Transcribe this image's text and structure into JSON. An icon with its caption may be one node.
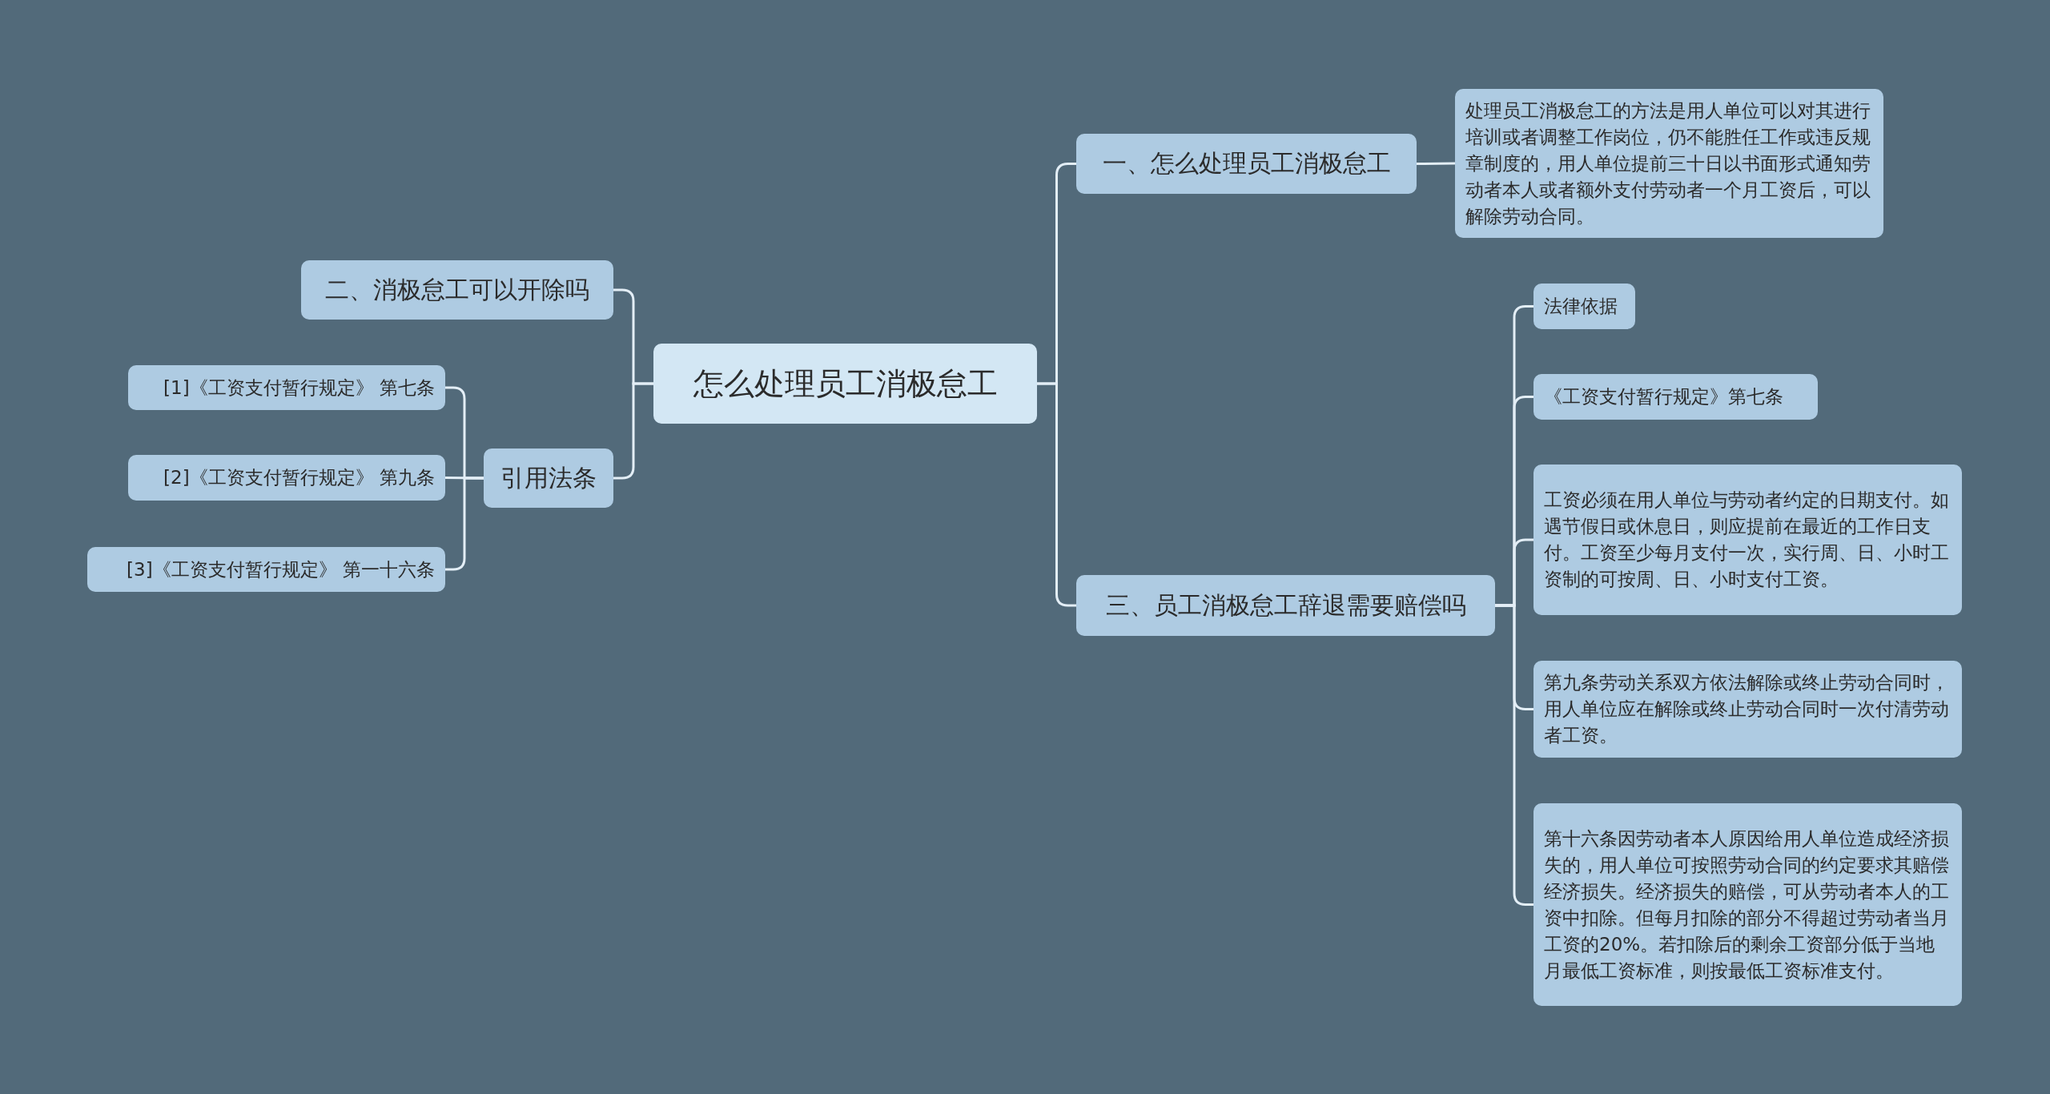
{
  "diagram": {
    "nodes": [
      {
        "text": [
          "怎么处理员工消极怠工"
        ]
      },
      {
        "text": [
          "一、怎么处理员工消极怠工"
        ]
      },
      {
        "text": [
          "处理员工消极怠工的方法是用人单位可以对其进行培训或者调整工作岗位，仍不能胜任工作或违反规章制度的，用人单位提前三十日以书面形式通知劳动者本人或者额外支付劳动者一个月工资后，可以解除劳动合同。"
        ]
      },
      {
        "text": [
          "二、消极怠工可以开除吗"
        ]
      },
      {
        "text": [
          "引用法条"
        ]
      },
      {
        "text": [
          "[1]《工资支付暂行规定》 第七条"
        ]
      },
      {
        "text": [
          "[2]《工资支付暂行规定》 第九条"
        ]
      },
      {
        "text": [
          "[3]《工资支付暂行规定》 第一十六条"
        ]
      },
      {
        "text": [
          "三、员工消极怠工辞退需要赔偿吗"
        ]
      },
      {
        "text": [
          "法律依据"
        ]
      },
      {
        "text": [
          "《工资支付暂行规定》第七条"
        ]
      },
      {
        "text": [
          "工资必须在用人单位与劳动者约定的日期支付。如遇节假日或休息日，则应提前在最近的工作日支付。工资至少每月支付一次，实行周、日、小时工资制的可按周、日、小时支付工资。"
        ]
      },
      {
        "text": [
          "第九条劳动关系双方依法解除或终止劳动合同时，用人单位应在解除或终止劳动合同时一次付清劳动者工资。"
        ]
      },
      {
        "text": [
          "第十六条因劳动者本人原因给用人单位造成经济损失的，用人单位可按照劳动合同的约定要求其赔偿经济损失。经济损失的赔偿，可从劳动者本人的工资中扣除。但每月扣除的部分不得超过劳动者当月工资的20%。若扣除后的剩余工资部分低于当地月最低工资标准，则按最低工资标准支付。"
        ]
      }
    ],
    "edges": [
      {
        "from": 0,
        "to": 1,
        "arrow": "none"
      },
      {
        "from": 1,
        "to": 2,
        "arrow": "none"
      },
      {
        "from": 0,
        "to": 3,
        "arrow": "none"
      },
      {
        "from": 0,
        "to": 4,
        "arrow": "none"
      },
      {
        "from": 4,
        "to": 5,
        "arrow": "none"
      },
      {
        "from": 4,
        "to": 6,
        "arrow": "none"
      },
      {
        "from": 4,
        "to": 7,
        "arrow": "none"
      },
      {
        "from": 0,
        "to": 8,
        "arrow": "none"
      },
      {
        "from": 8,
        "to": 9,
        "arrow": "none"
      },
      {
        "from": 8,
        "to": 10,
        "arrow": "none"
      },
      {
        "from": 8,
        "to": 11,
        "arrow": "none"
      },
      {
        "from": 8,
        "to": 12,
        "arrow": "none"
      },
      {
        "from": 8,
        "to": 13,
        "arrow": "none"
      }
    ]
  }
}
